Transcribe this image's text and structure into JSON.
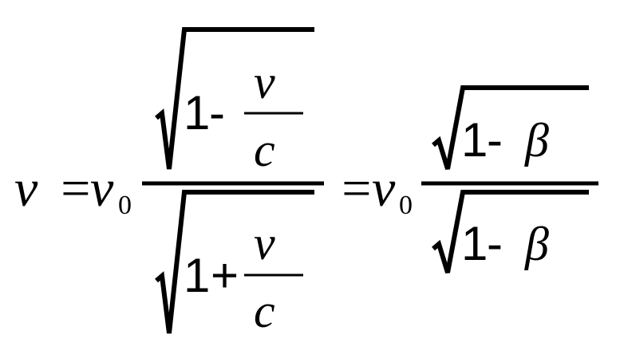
{
  "formula": {
    "lhs": {
      "symbol": "ν",
      "equals": "="
    },
    "term1": {
      "coeff": {
        "base": "ν",
        "sub": "0"
      },
      "numerator": {
        "one": "1",
        "op": "-",
        "frac": {
          "num": "v",
          "den": "c"
        }
      },
      "denominator": {
        "one": "1",
        "op": "+",
        "frac": {
          "num": "v",
          "den": "c"
        }
      }
    },
    "equals2": "=",
    "term2": {
      "coeff": {
        "base": "ν",
        "sub": "0"
      },
      "numerator": {
        "one": "1",
        "op": "-",
        "beta": "β"
      },
      "denominator": {
        "one": "1",
        "op": "-",
        "beta": "β"
      }
    }
  },
  "colors": {
    "ink": "#000000",
    "background": "#ffffff"
  }
}
